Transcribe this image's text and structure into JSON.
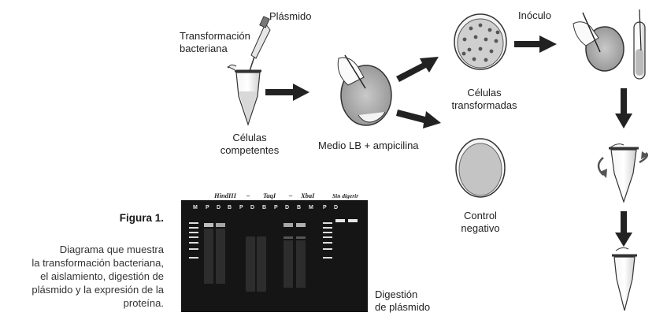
{
  "labels": {
    "plasmid": "Plásmido",
    "transformation": [
      "Transformación",
      "bacteriana"
    ],
    "competent_cells": [
      "Células",
      "competentes"
    ],
    "medium": "Medio LB + ampicilina",
    "transformed_cells": [
      "Células",
      "transformadas"
    ],
    "inoculum": "Inóculo",
    "negative_control": [
      "Control",
      "negativo"
    ],
    "digestion": [
      "Digestión",
      "de plásmido"
    ]
  },
  "gel": {
    "enzymes": [
      "HindIII",
      "–",
      "TaqI",
      "–",
      "XbaI",
      "Sin digerir"
    ],
    "lanes": [
      "M",
      "P",
      "D",
      "B",
      "P",
      "D",
      "B",
      "P",
      "D",
      "B",
      "M",
      "P",
      "D"
    ]
  },
  "figure": {
    "title": "Figura 1.",
    "caption": [
      "Diagrama que muestra",
      "la transformación bacteriana,",
      "el aislamiento, digestión de",
      "plásmido y la expresión de la",
      "proteína."
    ]
  }
}
